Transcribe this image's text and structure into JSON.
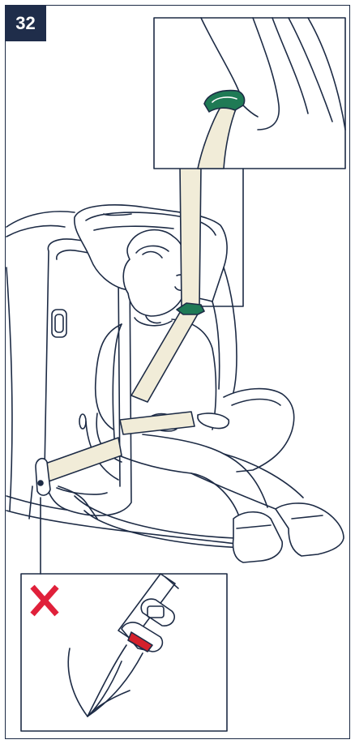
{
  "step": {
    "number": "32"
  },
  "colors": {
    "line": "#1d2b45",
    "belt": "#f1ecd8",
    "guide_green": "#1f7a55",
    "buckle_red": "#d4212c",
    "cross_red": "#e0203a"
  },
  "icons": {
    "wrong_mark": "cross-icon",
    "belt_guide": "belt-guide-clip",
    "buckle": "seat-belt-buckle"
  }
}
